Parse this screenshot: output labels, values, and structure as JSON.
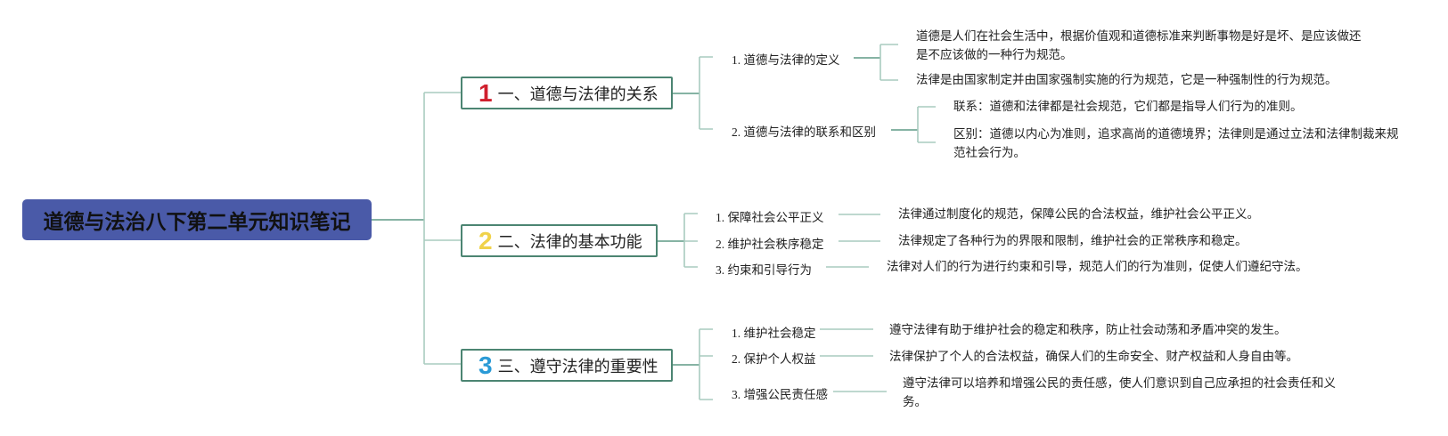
{
  "root": {
    "title": "道德与法治八下第二单元知识笔记",
    "color": "#4a5aa8"
  },
  "branches": [
    {
      "number": "1",
      "number_color": "#d0202e",
      "title": "一、道德与法律的关系",
      "children": [
        {
          "label": "1. 道德与法律的定义",
          "details": [
            "道德是人们在社会生活中，根据价值观和道德标准来判断事物是好是坏、是应该做还是不应该做的一种行为规范。",
            "法律是由国家制定并由国家强制实施的行为规范，它是一种强制性的行为规范。"
          ]
        },
        {
          "label": "2. 道德与法律的联系和区别",
          "details": [
            "联系：道德和法律都是社会规范，它们都是指导人们行为的准则。",
            "区别：道德以内心为准则，追求高尚的道德境界；法律则是通过立法和法律制裁来规范社会行为。"
          ]
        }
      ]
    },
    {
      "number": "2",
      "number_color": "#f0d24a",
      "title": "二、法律的基本功能",
      "children": [
        {
          "label": "1. 保障社会公平正义",
          "details": [
            "法律通过制度化的规范，保障公民的合法权益，维护社会公平正义。"
          ]
        },
        {
          "label": "2. 维护社会秩序稳定",
          "details": [
            "法律规定了各种行为的界限和限制，维护社会的正常秩序和稳定。"
          ]
        },
        {
          "label": "3. 约束和引导行为",
          "details": [
            "法律对人们的行为进行约束和引导，规范人们的行为准则，促使人们遵纪守法。"
          ]
        }
      ]
    },
    {
      "number": "3",
      "number_color": "#2a9ad6",
      "title": "三、遵守法律的重要性",
      "children": [
        {
          "label": "1. 维护社会稳定",
          "details": [
            "遵守法律有助于维护社会的稳定和秩序，防止社会动荡和矛盾冲突的发生。"
          ]
        },
        {
          "label": "2. 保护个人权益",
          "details": [
            "法律保护了个人的合法权益，确保人们的生命安全、财产权益和人身自由等。"
          ]
        },
        {
          "label": "3. 增强公民责任感",
          "details": [
            "遵守法律可以培养和增强公民的责任感，使人们意识到自己应承担的社会责任和义务。"
          ]
        }
      ]
    }
  ],
  "colors": {
    "line_main": "#5e9a86",
    "line_light": "#a9cbbf",
    "topic_border": "#4c8572"
  }
}
